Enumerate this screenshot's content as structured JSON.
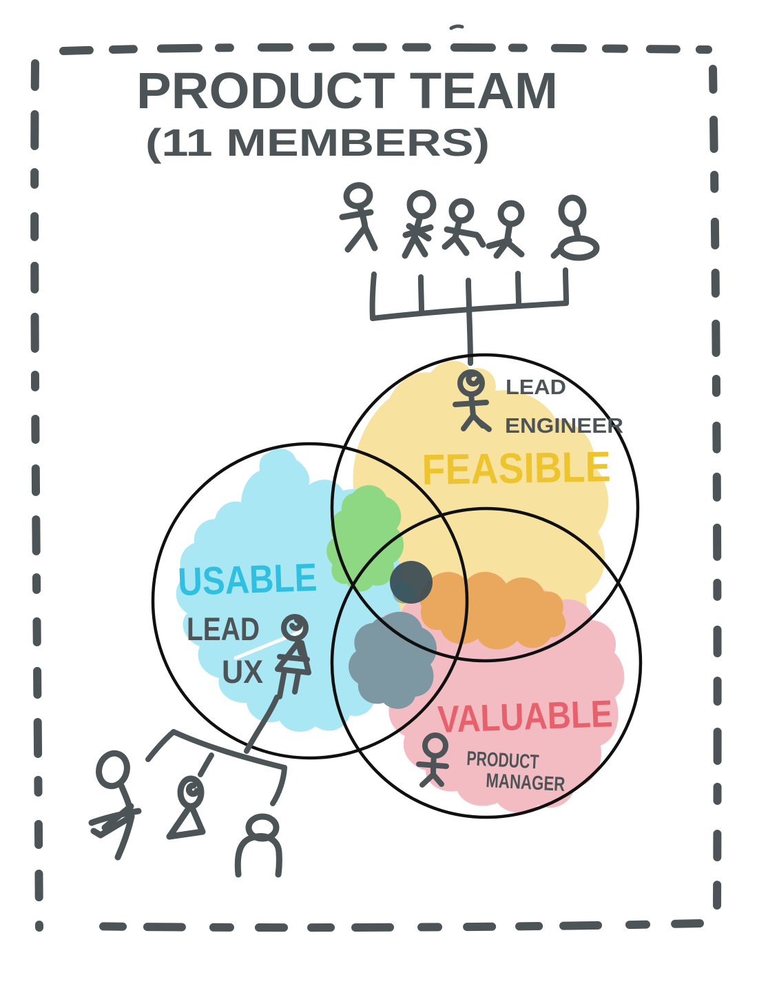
{
  "title": {
    "line1": "PRODUCT TEAM",
    "line2": "(11 MEMBERS)"
  },
  "colors": {
    "ink": "#4c5457",
    "outline": "#101010",
    "background": "#ffffff",
    "eraser": "#ffffff"
  },
  "venn": {
    "feasible": {
      "label": "FEASIBLE",
      "label_color": "#eec42e",
      "fill": "#f7e2a0",
      "role_line1": "LEAD",
      "role_line2": "ENGINEER"
    },
    "usable": {
      "label": "USABLE",
      "label_color": "#2fc0e1",
      "fill": "#a9e7f4",
      "role_line1": "LEAD",
      "role_line2": "UX"
    },
    "valuable": {
      "label": "VALUABLE",
      "label_color": "#e6616c",
      "fill": "#f3bcc3",
      "role_line1": "PRODUCT",
      "role_line2": "MANAGER"
    }
  },
  "overlaps": {
    "usable_feasible": "#8ed783",
    "feasible_valuable": "#e9a85d",
    "usable_valuable": "#7d97a3",
    "center_dot": "#3a4a52",
    "center_dot_tint": "#2a5d6d"
  },
  "figures": {
    "engineer_team_count": 5,
    "ux_team_count": 3,
    "lead_count": 3,
    "total_members": 11
  }
}
